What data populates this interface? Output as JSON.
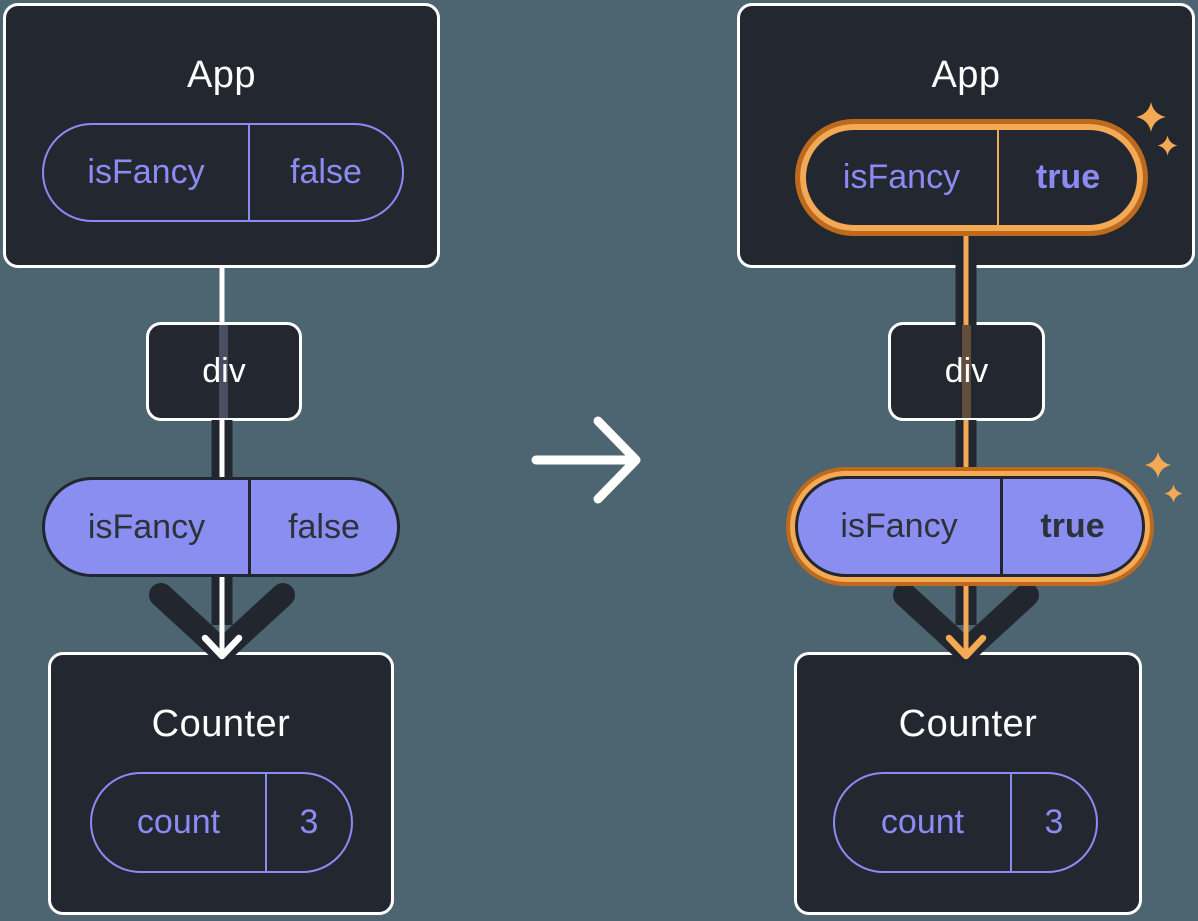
{
  "colors": {
    "background": "#4C6570",
    "card": "#23272F",
    "card_border": "#FFFFFF",
    "purple": "#8B8BF3",
    "purple_fill": "#8A8EF0",
    "ink_dark": "#22262E",
    "highlight_orange": "#F4A955",
    "highlight_orange_dark": "#BE6A1D",
    "arrow_white": "#FFFFFF"
  },
  "transition": {
    "arrow_icon": "right-arrow"
  },
  "before": {
    "app": {
      "title": "App",
      "prop": {
        "name": "isFancy",
        "value": "false"
      }
    },
    "div": {
      "label": "div"
    },
    "passed_prop": {
      "name": "isFancy",
      "value": "false"
    },
    "counter": {
      "title": "Counter",
      "state": {
        "name": "count",
        "value": "3"
      }
    }
  },
  "after": {
    "app": {
      "title": "App",
      "prop": {
        "name": "isFancy",
        "value": "true"
      }
    },
    "div": {
      "label": "div"
    },
    "passed_prop": {
      "name": "isFancy",
      "value": "true"
    },
    "counter": {
      "title": "Counter",
      "state": {
        "name": "count",
        "value": "3"
      }
    }
  }
}
